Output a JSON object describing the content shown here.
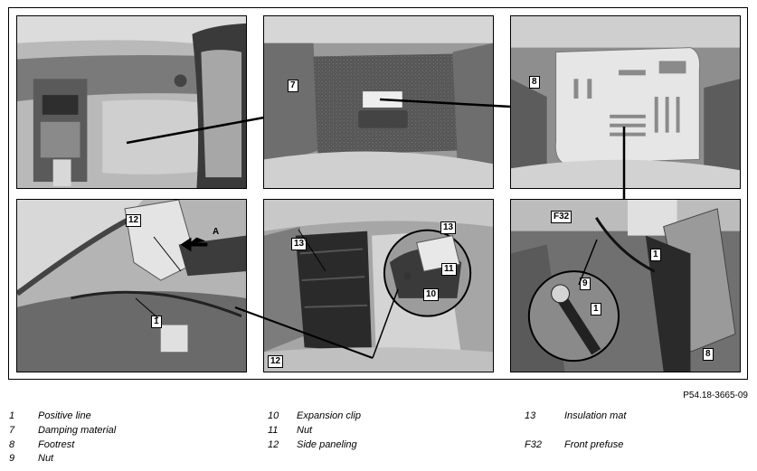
{
  "figure_id": "P54.18-3665-09",
  "callouts": {
    "p2": [
      "7"
    ],
    "p3": [
      "8"
    ],
    "p4": [
      "12",
      "A",
      "1"
    ],
    "p5": [
      "13",
      "13",
      "11",
      "10",
      "12"
    ],
    "p6": [
      "F32",
      "1",
      "9",
      "1",
      "8"
    ]
  },
  "legend": [
    {
      "num": "1",
      "text": "Positive line"
    },
    {
      "num": "7",
      "text": "Damping material"
    },
    {
      "num": "8",
      "text": "Footrest"
    },
    {
      "num": "9",
      "text": "Nut"
    },
    {
      "num": "10",
      "text": "Expansion clip"
    },
    {
      "num": "11",
      "text": "Nut"
    },
    {
      "num": "12",
      "text": "Side paneling"
    },
    {
      "num": "13",
      "text": "Insulation mat"
    },
    {
      "num": "F32",
      "text": "Front prefuse"
    }
  ]
}
